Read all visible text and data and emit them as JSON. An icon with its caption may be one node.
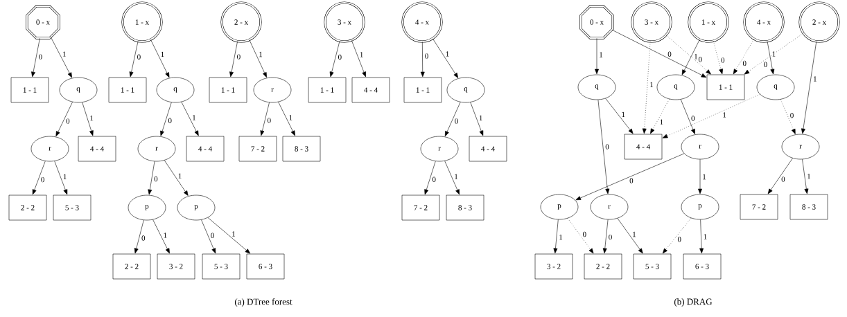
{
  "diagram": {
    "nodes": [
      {
        "text": [
          "0 - x"
        ]
      },
      {
        "text": [
          "1 - 1"
        ]
      },
      {
        "text": [
          "q"
        ]
      },
      {
        "text": [
          "r"
        ]
      },
      {
        "text": [
          "4 - 4"
        ]
      },
      {
        "text": [
          "2 - 2"
        ]
      },
      {
        "text": [
          "5 - 3"
        ]
      },
      {
        "text": [
          "1 - x"
        ]
      },
      {
        "text": [
          "1 - 1"
        ]
      },
      {
        "text": [
          "q"
        ]
      },
      {
        "text": [
          "r"
        ]
      },
      {
        "text": [
          "4 - 4"
        ]
      },
      {
        "text": [
          "p"
        ]
      },
      {
        "text": [
          "p"
        ]
      },
      {
        "text": [
          "2 - 2"
        ]
      },
      {
        "text": [
          "3 - 2"
        ]
      },
      {
        "text": [
          "5 - 3"
        ]
      },
      {
        "text": [
          "6 - 3"
        ]
      },
      {
        "text": [
          "2 - x"
        ]
      },
      {
        "text": [
          "1 - 1"
        ]
      },
      {
        "text": [
          "r"
        ]
      },
      {
        "text": [
          "7 - 2"
        ]
      },
      {
        "text": [
          "8 - 3"
        ]
      },
      {
        "text": [
          "3 - x"
        ]
      },
      {
        "text": [
          "1 - 1"
        ]
      },
      {
        "text": [
          "4 - 4"
        ]
      },
      {
        "text": [
          "4 - x"
        ]
      },
      {
        "text": [
          "1 - 1"
        ]
      },
      {
        "text": [
          "q"
        ]
      },
      {
        "text": [
          "r"
        ]
      },
      {
        "text": [
          "4 - 4"
        ]
      },
      {
        "text": [
          "7 - 2"
        ]
      },
      {
        "text": [
          "8 - 3"
        ]
      },
      {
        "text": [
          "0 - x"
        ]
      },
      {
        "text": [
          "3 - x"
        ]
      },
      {
        "text": [
          "1 - x"
        ]
      },
      {
        "text": [
          "4 - x"
        ]
      },
      {
        "text": [
          "2 - x"
        ]
      },
      {
        "text": [
          "q"
        ]
      },
      {
        "text": [
          "q"
        ]
      },
      {
        "text": [
          "1 - 1"
        ]
      },
      {
        "text": [
          "q"
        ]
      },
      {
        "text": [
          "4 - 4"
        ]
      },
      {
        "text": [
          "r"
        ]
      },
      {
        "text": [
          "r"
        ]
      },
      {
        "text": [
          "p"
        ]
      },
      {
        "text": [
          "r"
        ]
      },
      {
        "text": [
          "p"
        ]
      },
      {
        "text": [
          "7 - 2"
        ]
      },
      {
        "text": [
          "8 - 3"
        ]
      },
      {
        "text": [
          "3 - 2"
        ]
      },
      {
        "text": [
          "2 - 2"
        ]
      },
      {
        "text": [
          "5 - 3"
        ]
      },
      {
        "text": [
          "6 - 3"
        ]
      }
    ],
    "edges": [
      {
        "from": 0,
        "to": 1,
        "arrow": "to",
        "label": "0"
      },
      {
        "from": 0,
        "to": 2,
        "arrow": "to",
        "label": "1"
      },
      {
        "from": 2,
        "to": 3,
        "arrow": "to",
        "label": "0"
      },
      {
        "from": 2,
        "to": 4,
        "arrow": "to",
        "label": "1"
      },
      {
        "from": 3,
        "to": 5,
        "arrow": "to",
        "label": "0"
      },
      {
        "from": 3,
        "to": 6,
        "arrow": "to",
        "label": "1"
      },
      {
        "from": 7,
        "to": 8,
        "arrow": "to",
        "label": "0"
      },
      {
        "from": 7,
        "to": 9,
        "arrow": "to",
        "label": "1"
      },
      {
        "from": 9,
        "to": 10,
        "arrow": "to",
        "label": "0"
      },
      {
        "from": 9,
        "to": 11,
        "arrow": "to",
        "label": "1"
      },
      {
        "from": 10,
        "to": 12,
        "arrow": "to",
        "label": "0"
      },
      {
        "from": 10,
        "to": 13,
        "arrow": "to",
        "label": "1"
      },
      {
        "from": 12,
        "to": 14,
        "arrow": "to",
        "label": "0"
      },
      {
        "from": 12,
        "to": 15,
        "arrow": "to",
        "label": "1"
      },
      {
        "from": 13,
        "to": 16,
        "arrow": "to",
        "label": "0"
      },
      {
        "from": 13,
        "to": 17,
        "arrow": "to",
        "label": "1"
      },
      {
        "from": 18,
        "to": 19,
        "arrow": "to",
        "label": "0"
      },
      {
        "from": 18,
        "to": 20,
        "arrow": "to",
        "label": "1"
      },
      {
        "from": 20,
        "to": 21,
        "arrow": "to",
        "label": "0"
      },
      {
        "from": 20,
        "to": 22,
        "arrow": "to",
        "label": "1"
      },
      {
        "from": 23,
        "to": 24,
        "arrow": "to",
        "label": "0"
      },
      {
        "from": 23,
        "to": 25,
        "arrow": "to",
        "label": "1"
      },
      {
        "from": 26,
        "to": 27,
        "arrow": "to",
        "label": "0"
      },
      {
        "from": 26,
        "to": 28,
        "arrow": "to",
        "label": "1"
      },
      {
        "from": 28,
        "to": 29,
        "arrow": "to",
        "label": "0"
      },
      {
        "from": 28,
        "to": 30,
        "arrow": "to",
        "label": "1"
      },
      {
        "from": 29,
        "to": 31,
        "arrow": "to",
        "label": "0"
      },
      {
        "from": 29,
        "to": 32,
        "arrow": "to",
        "label": "1"
      },
      {
        "from": 33,
        "to": 38,
        "arrow": "to",
        "label": "1"
      },
      {
        "from": 33,
        "to": 40,
        "arrow": "to",
        "label": "0"
      },
      {
        "from": 34,
        "to": 40,
        "arrow": "to",
        "label": "0",
        "style": "dashed"
      },
      {
        "from": 34,
        "to": 42,
        "arrow": "to",
        "label": "1",
        "style": "dashed"
      },
      {
        "from": 35,
        "to": 39,
        "arrow": "to",
        "label": "1"
      },
      {
        "from": 35,
        "to": 40,
        "arrow": "to",
        "label": "0",
        "style": "dashed"
      },
      {
        "from": 36,
        "to": 40,
        "arrow": "to",
        "label": "0",
        "style": "dashed"
      },
      {
        "from": 36,
        "to": 41,
        "arrow": "to",
        "label": "1"
      },
      {
        "from": 37,
        "to": 40,
        "arrow": "to",
        "label": "0",
        "style": "dashed"
      },
      {
        "from": 37,
        "to": 44,
        "arrow": "to",
        "label": "1"
      },
      {
        "from": 38,
        "to": 42,
        "arrow": "to",
        "label": "1"
      },
      {
        "from": 38,
        "to": 46,
        "arrow": "to",
        "label": "0"
      },
      {
        "from": 39,
        "to": 42,
        "arrow": "to",
        "label": "1",
        "style": "dashed"
      },
      {
        "from": 39,
        "to": 43,
        "arrow": "to",
        "label": "0"
      },
      {
        "from": 41,
        "to": 42,
        "arrow": "to",
        "label": "1",
        "style": "dashed"
      },
      {
        "from": 41,
        "to": 44,
        "arrow": "to",
        "label": "0",
        "style": "dashed"
      },
      {
        "from": 43,
        "to": 45,
        "arrow": "to",
        "label": "0"
      },
      {
        "from": 43,
        "to": 47,
        "arrow": "to",
        "label": "1"
      },
      {
        "from": 44,
        "to": 48,
        "arrow": "to",
        "label": "0"
      },
      {
        "from": 44,
        "to": 49,
        "arrow": "to",
        "label": "1"
      },
      {
        "from": 45,
        "to": 50,
        "arrow": "to",
        "label": "1"
      },
      {
        "from": 45,
        "to": 51,
        "arrow": "to",
        "label": "0",
        "style": "dashed"
      },
      {
        "from": 46,
        "to": 51,
        "arrow": "to",
        "label": "0"
      },
      {
        "from": 46,
        "to": 52,
        "arrow": "to",
        "label": "1"
      },
      {
        "from": 47,
        "to": 52,
        "arrow": "to",
        "label": "0",
        "style": "dashed"
      },
      {
        "from": 47,
        "to": 53,
        "arrow": "to",
        "label": "1"
      }
    ],
    "labels": [
      "(a) DTree forest",
      "(b) DRAG"
    ]
  }
}
